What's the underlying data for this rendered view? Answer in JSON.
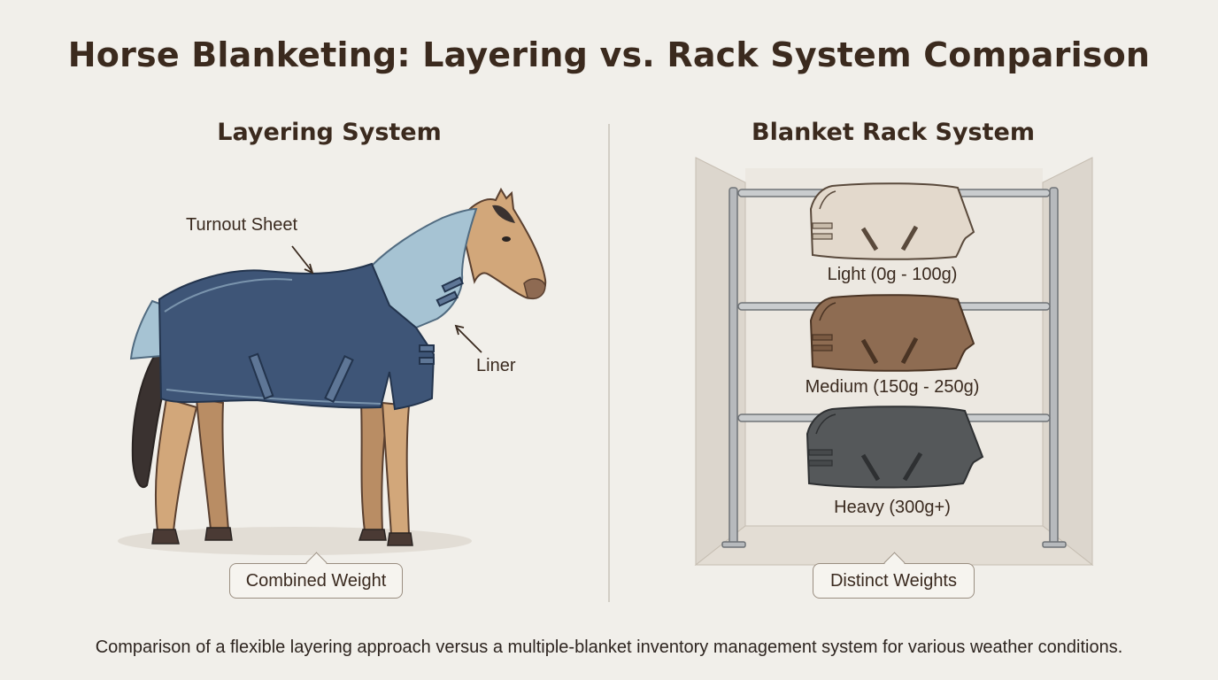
{
  "title": "Horse Blanketing: Layering vs. Rack System Comparison",
  "left_panel": {
    "heading": "Layering System",
    "callout_top": "Turnout Sheet",
    "callout_side": "Liner",
    "badge": "Combined Weight"
  },
  "right_panel": {
    "heading": "Blanket Rack System",
    "blankets": [
      {
        "label": "Light (0g - 100g)",
        "color": "#e3d9cc"
      },
      {
        "label": "Medium (150g - 250g)",
        "color": "#8e6c52"
      },
      {
        "label": "Heavy (300g+)",
        "color": "#55585a"
      }
    ],
    "badge": "Distinct Weights"
  },
  "caption": "Comparison of a flexible layering approach versus a multiple-blanket inventory management system for various weather conditions.",
  "colors": {
    "turnout_sheet": "#3e5577",
    "liner": "#a6c3d3",
    "horse_coat": "#d2a77a",
    "mane_tail": "#3a3230",
    "rack_metal": "#9ea1a4"
  }
}
